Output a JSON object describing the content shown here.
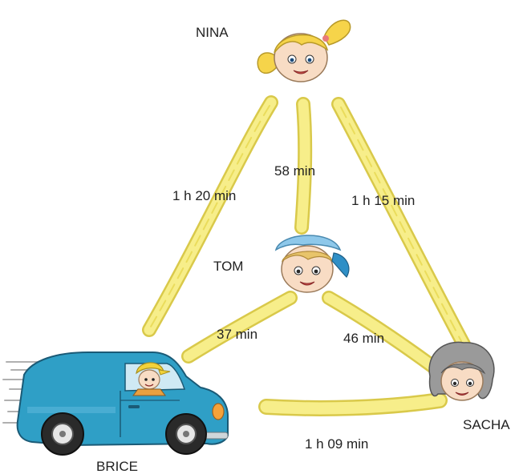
{
  "people": {
    "nina": "NINA",
    "tom": "TOM",
    "sacha": "SACHA",
    "brice": "BRICE"
  },
  "routes": {
    "nina_brice": "1 h 20 min",
    "nina_tom": "58 min",
    "nina_sacha": "1 h 15 min",
    "tom_brice": "37 min",
    "tom_sacha": "46 min",
    "brice_sacha": "1 h 09 min"
  },
  "colors": {
    "road": "#f7ee8a",
    "road_edge": "#d9c94a",
    "van": "#2f9fc6",
    "skin": "#f8dcc4",
    "nina_hair": "#f6d44a",
    "tom_cap": "#8ec8ea",
    "sacha_hair": "#9a9a9a"
  }
}
